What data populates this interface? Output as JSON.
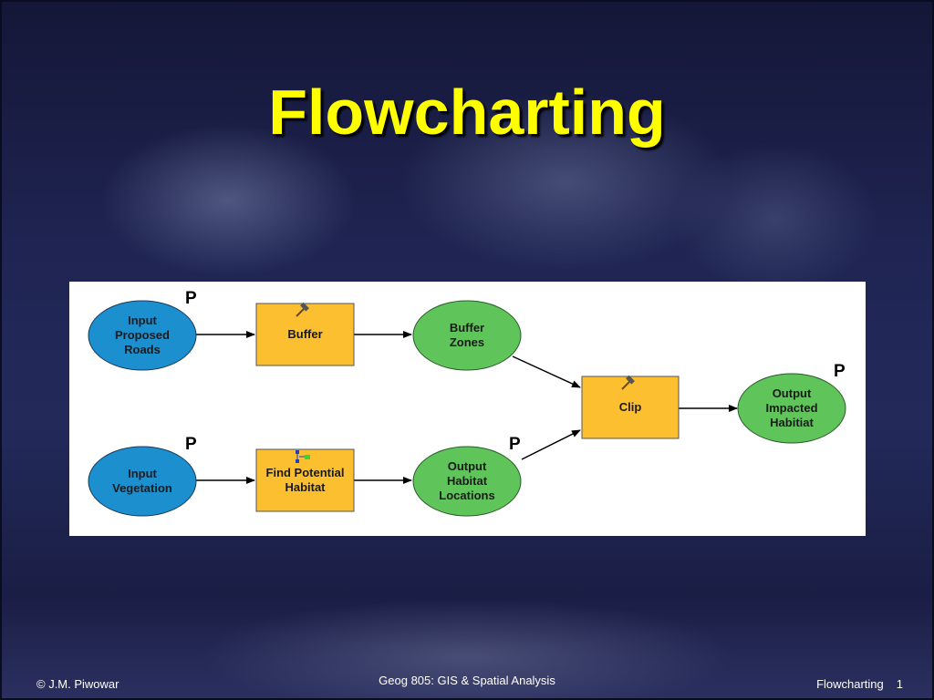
{
  "title": "Flowcharting",
  "colors": {
    "title": "#ffff00",
    "input_node": "#1c8fcf",
    "process_node": "#fbbf30",
    "output_node": "#5fc45a",
    "panel": "#ffffff"
  },
  "diagram": {
    "nodes": {
      "input_roads": {
        "label": "Input\nProposed\nRoads",
        "kind": "input"
      },
      "buffer": {
        "label": "Buffer",
        "kind": "process",
        "icon": "hammer-icon"
      },
      "buffer_zones": {
        "label": "Buffer\nZones",
        "kind": "output"
      },
      "clip": {
        "label": "Clip",
        "kind": "process",
        "icon": "hammer-icon"
      },
      "output_impacted": {
        "label": "Output\nImpacted\nHabitiat",
        "kind": "output"
      },
      "input_vegetation": {
        "label": "Input\nVegetation",
        "kind": "input"
      },
      "find_habitat": {
        "label": "Find Potential\nHabitat",
        "kind": "process",
        "icon": "model-tool-icon"
      },
      "output_locations": {
        "label": "Output\nHabitat\nLocations",
        "kind": "output"
      }
    },
    "parameter_marker": "P",
    "edges": [
      [
        "input_roads",
        "buffer"
      ],
      [
        "buffer",
        "buffer_zones"
      ],
      [
        "buffer_zones",
        "clip"
      ],
      [
        "output_locations",
        "clip"
      ],
      [
        "clip",
        "output_impacted"
      ],
      [
        "input_vegetation",
        "find_habitat"
      ],
      [
        "find_habitat",
        "output_locations"
      ]
    ]
  },
  "footer": {
    "left": "© J.M. Piwowar",
    "center": "Geog 805:  GIS & Spatial Analysis",
    "right_label": "Flowcharting",
    "page_number": "1"
  }
}
